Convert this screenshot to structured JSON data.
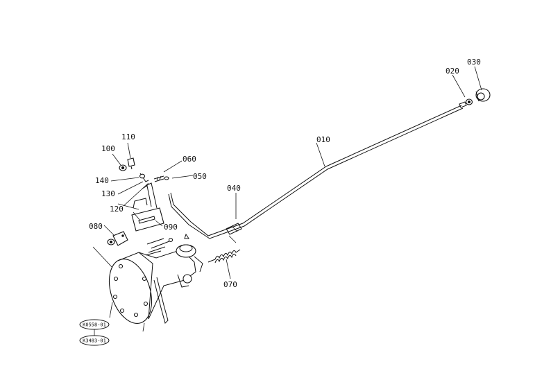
{
  "labels": {
    "p010": "010",
    "p020": "020",
    "p030": "030",
    "p040": "040",
    "p050": "050",
    "p060": "060",
    "p070": "070",
    "p080": "080",
    "p090": "090",
    "p100": "100",
    "p110": "110",
    "p120": "120",
    "p130": "130",
    "p140": "140"
  },
  "refs": {
    "ref1": "K0558-01",
    "ref2": "K3483-01"
  }
}
